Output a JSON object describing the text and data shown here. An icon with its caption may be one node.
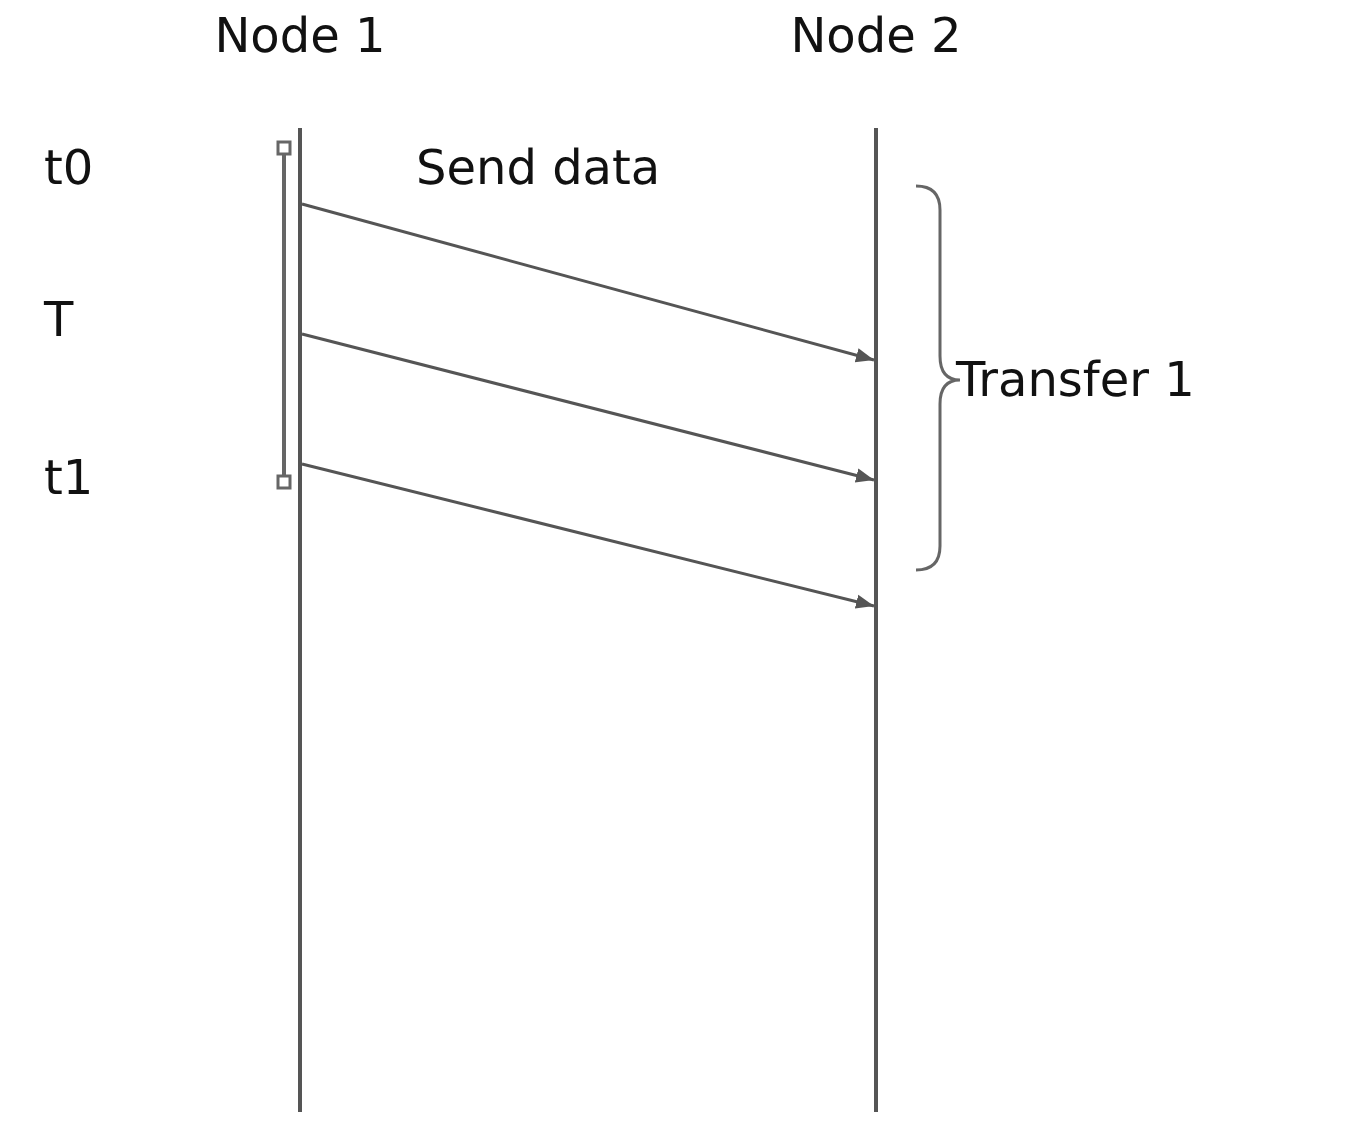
{
  "diagram": {
    "nodes": [
      {
        "text": [
          "Node 1"
        ]
      },
      {
        "text": [
          "Node 2"
        ]
      }
    ],
    "edges": [
      {
        "from": 0,
        "to": 1,
        "arrow": "to"
      },
      {
        "from": 0,
        "to": 1,
        "arrow": "to"
      },
      {
        "from": 0,
        "to": 1,
        "arrow": "to"
      }
    ],
    "labels": [
      "t0",
      "Send data",
      "T",
      "Transfer 1",
      "t1"
    ]
  }
}
